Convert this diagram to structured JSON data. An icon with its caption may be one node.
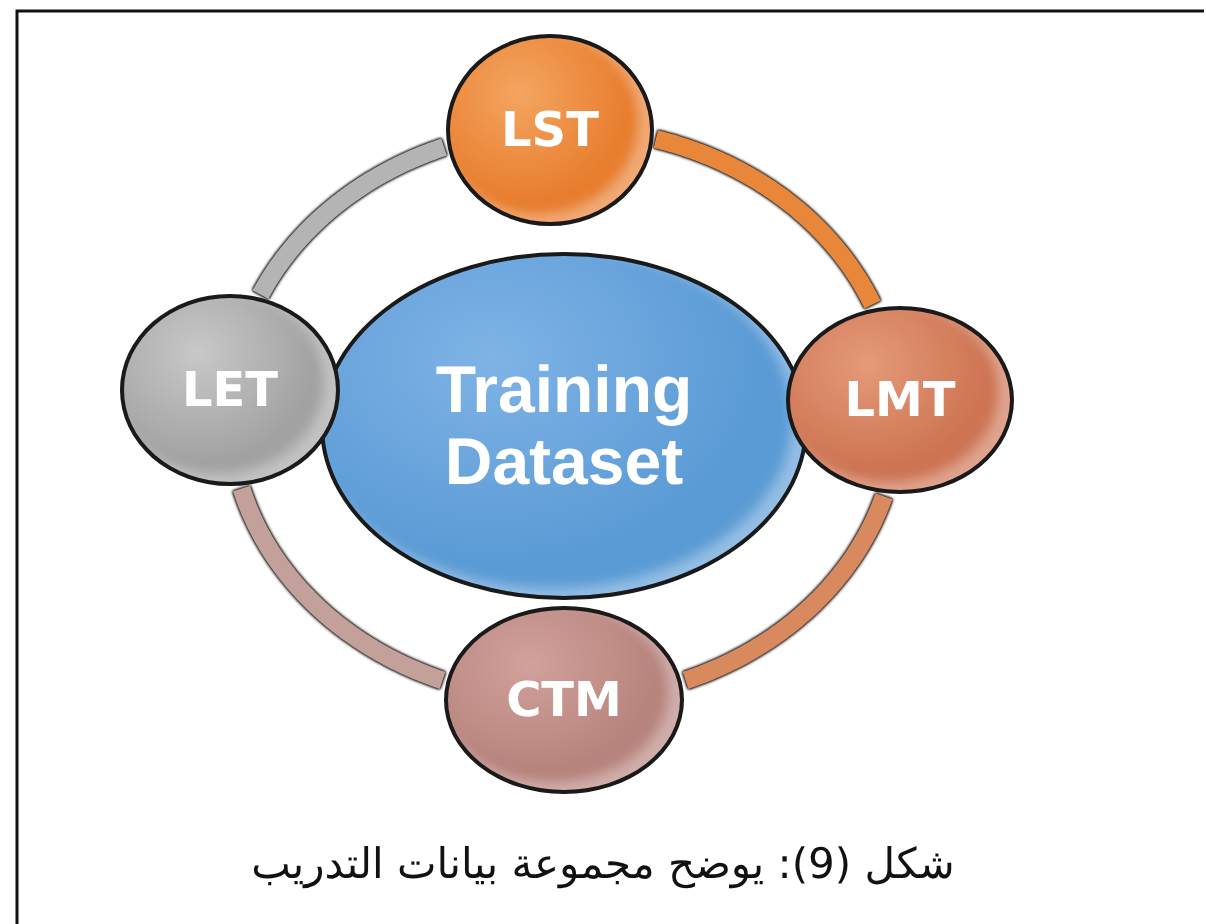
{
  "diagram": {
    "caption": "شكل (9): يوضح مجموعة بيانات التدريب",
    "nodes": [
      {
        "text": [
          "Training Dataset"
        ]
      },
      {
        "text": [
          "LST"
        ]
      },
      {
        "text": [
          "LMT"
        ]
      },
      {
        "text": [
          "CTM"
        ]
      },
      {
        "text": [
          "LET"
        ]
      }
    ],
    "edges": [
      {
        "from": 1,
        "to": 2,
        "arrow": "none",
        "color": "#e8873a"
      },
      {
        "from": 2,
        "to": 3,
        "arrow": "none",
        "color": "#d9895e"
      },
      {
        "from": 3,
        "to": 4,
        "arrow": "none",
        "color": "#c4a09a"
      },
      {
        "from": 4,
        "to": 1,
        "arrow": "none",
        "color": "#b4b4b4"
      }
    ]
  }
}
